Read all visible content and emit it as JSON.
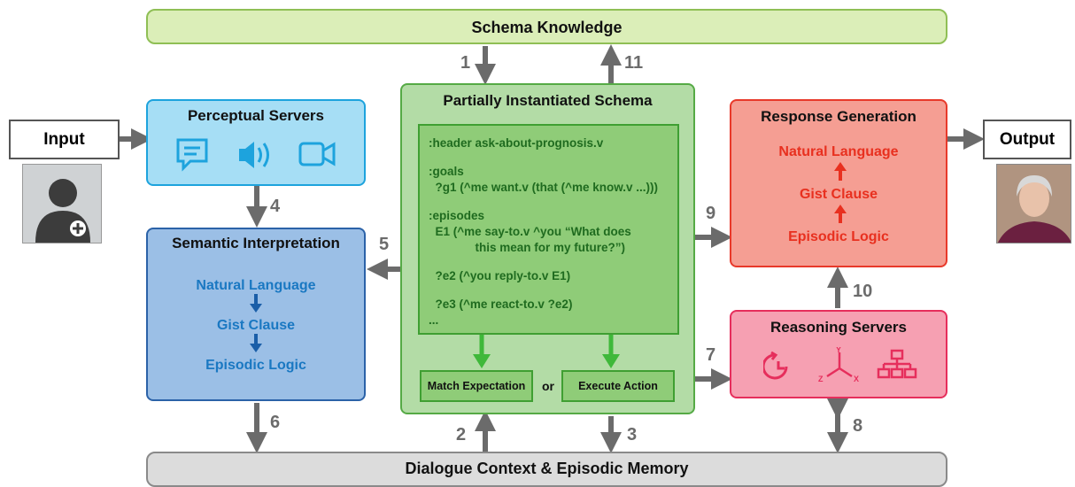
{
  "schema_knowledge": "Schema Knowledge",
  "dialogue_memory": "Dialogue Context & Episodic Memory",
  "perceptual": {
    "title": "Perceptual Servers",
    "icons": [
      "chat-bubble-icon",
      "speaker-icon",
      "video-camera-icon"
    ]
  },
  "semantic": {
    "title": "Semantic Interpretation",
    "steps": [
      "Natural Language",
      "Gist Clause",
      "Episodic Logic"
    ]
  },
  "schema": {
    "title": "Partially Instantiated Schema",
    "lines": [
      ":header ask-about-prognosis.v",
      ":goals",
      "  ?g1 (^me want.v (that (^me know.v ...)))",
      ":episodes",
      "  E1 (^me say-to.v ^you “What does",
      "              this mean for my future?”)",
      "  ?e2 (^you reply-to.v E1)",
      "  ?e3 (^me react-to.v ?e2)",
      "..."
    ],
    "match": "Match Expectation",
    "or": "or",
    "execute": "Execute Action"
  },
  "response": {
    "title": "Response Generation",
    "steps": [
      "Natural Language",
      "Gist Clause",
      "Episodic Logic"
    ]
  },
  "reasoning": {
    "title": "Reasoning Servers",
    "icons": [
      "clock-history-icon",
      "xyz-axes-icon",
      "hierarchy-icon"
    ],
    "axis_labels": [
      "Y",
      "Z",
      "X"
    ]
  },
  "input": "Input",
  "output": "Output",
  "numbers": [
    "1",
    "11",
    "4",
    "5",
    "9",
    "10",
    "7",
    "6",
    "2",
    "3",
    "8"
  ],
  "colors": {
    "green_light": "#dbeeb8",
    "green_box": "#b3dca6",
    "green_inner": "#8fcc78",
    "blue_light": "#a6def5",
    "blue_box": "#9bbfe6",
    "red_box": "#f59e93",
    "pink_box": "#f6a0b2",
    "gray": "#dcdcdc",
    "arrow": "#6b6b6b"
  }
}
